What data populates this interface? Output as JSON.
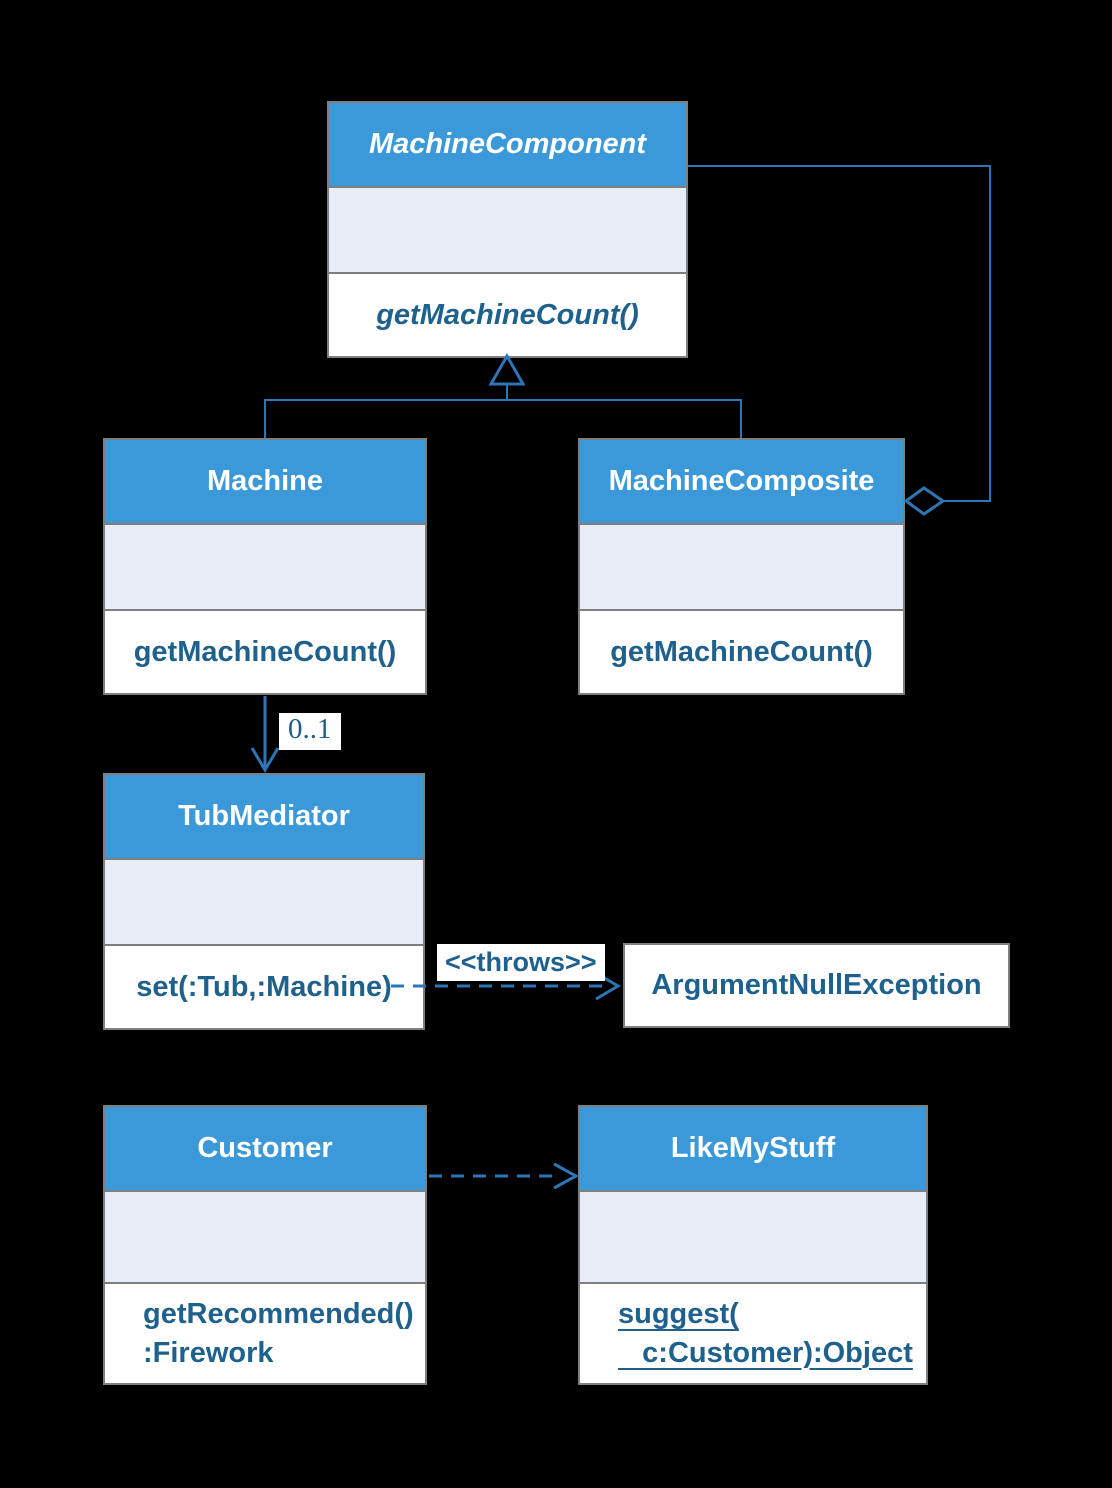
{
  "diagram": {
    "type": "uml-class-diagram",
    "colors": {
      "background": "#000000",
      "class_header_fill": "#3b99d9",
      "attribute_section_fill": "#e8edf7",
      "method_section_fill": "#ffffff",
      "box_border": "#7f7f7f",
      "title_text": "#ffffff",
      "member_text": "#1f618d",
      "connector_line": "#2e75b6",
      "multiplicity_text": "#1f5c8b"
    }
  },
  "classes": {
    "machine_component": {
      "name": "MachineComponent",
      "abstract": true,
      "attributes": [],
      "methods": [
        "getMachineCount()"
      ]
    },
    "machine": {
      "name": "Machine",
      "attributes": [],
      "methods": [
        "getMachineCount()"
      ]
    },
    "machine_composite": {
      "name": "MachineComposite",
      "attributes": [],
      "methods": [
        "getMachineCount()"
      ]
    },
    "tub_mediator": {
      "name": "TubMediator",
      "attributes": [],
      "methods": [
        "set(:Tub,:Machine)"
      ]
    },
    "argument_null_exception": {
      "name": "ArgumentNullException"
    },
    "customer": {
      "name": "Customer",
      "attributes": [],
      "methods": [
        "getRecommended()",
        ":Firework"
      ]
    },
    "like_my_stuff": {
      "name": "LikeMyStuff",
      "attributes": [],
      "methods": [
        "suggest(",
        "   c:Customer):Object"
      ],
      "methods_static": true
    }
  },
  "relationships": {
    "generalization": "Machine and MachineComposite inherit MachineComponent",
    "aggregation": "MachineComposite aggregates MachineComponent",
    "machine_tubmediator_multiplicity": "0..1",
    "throws_label": "<<throws>>",
    "dependency": "Customer depends on LikeMyStuff"
  }
}
